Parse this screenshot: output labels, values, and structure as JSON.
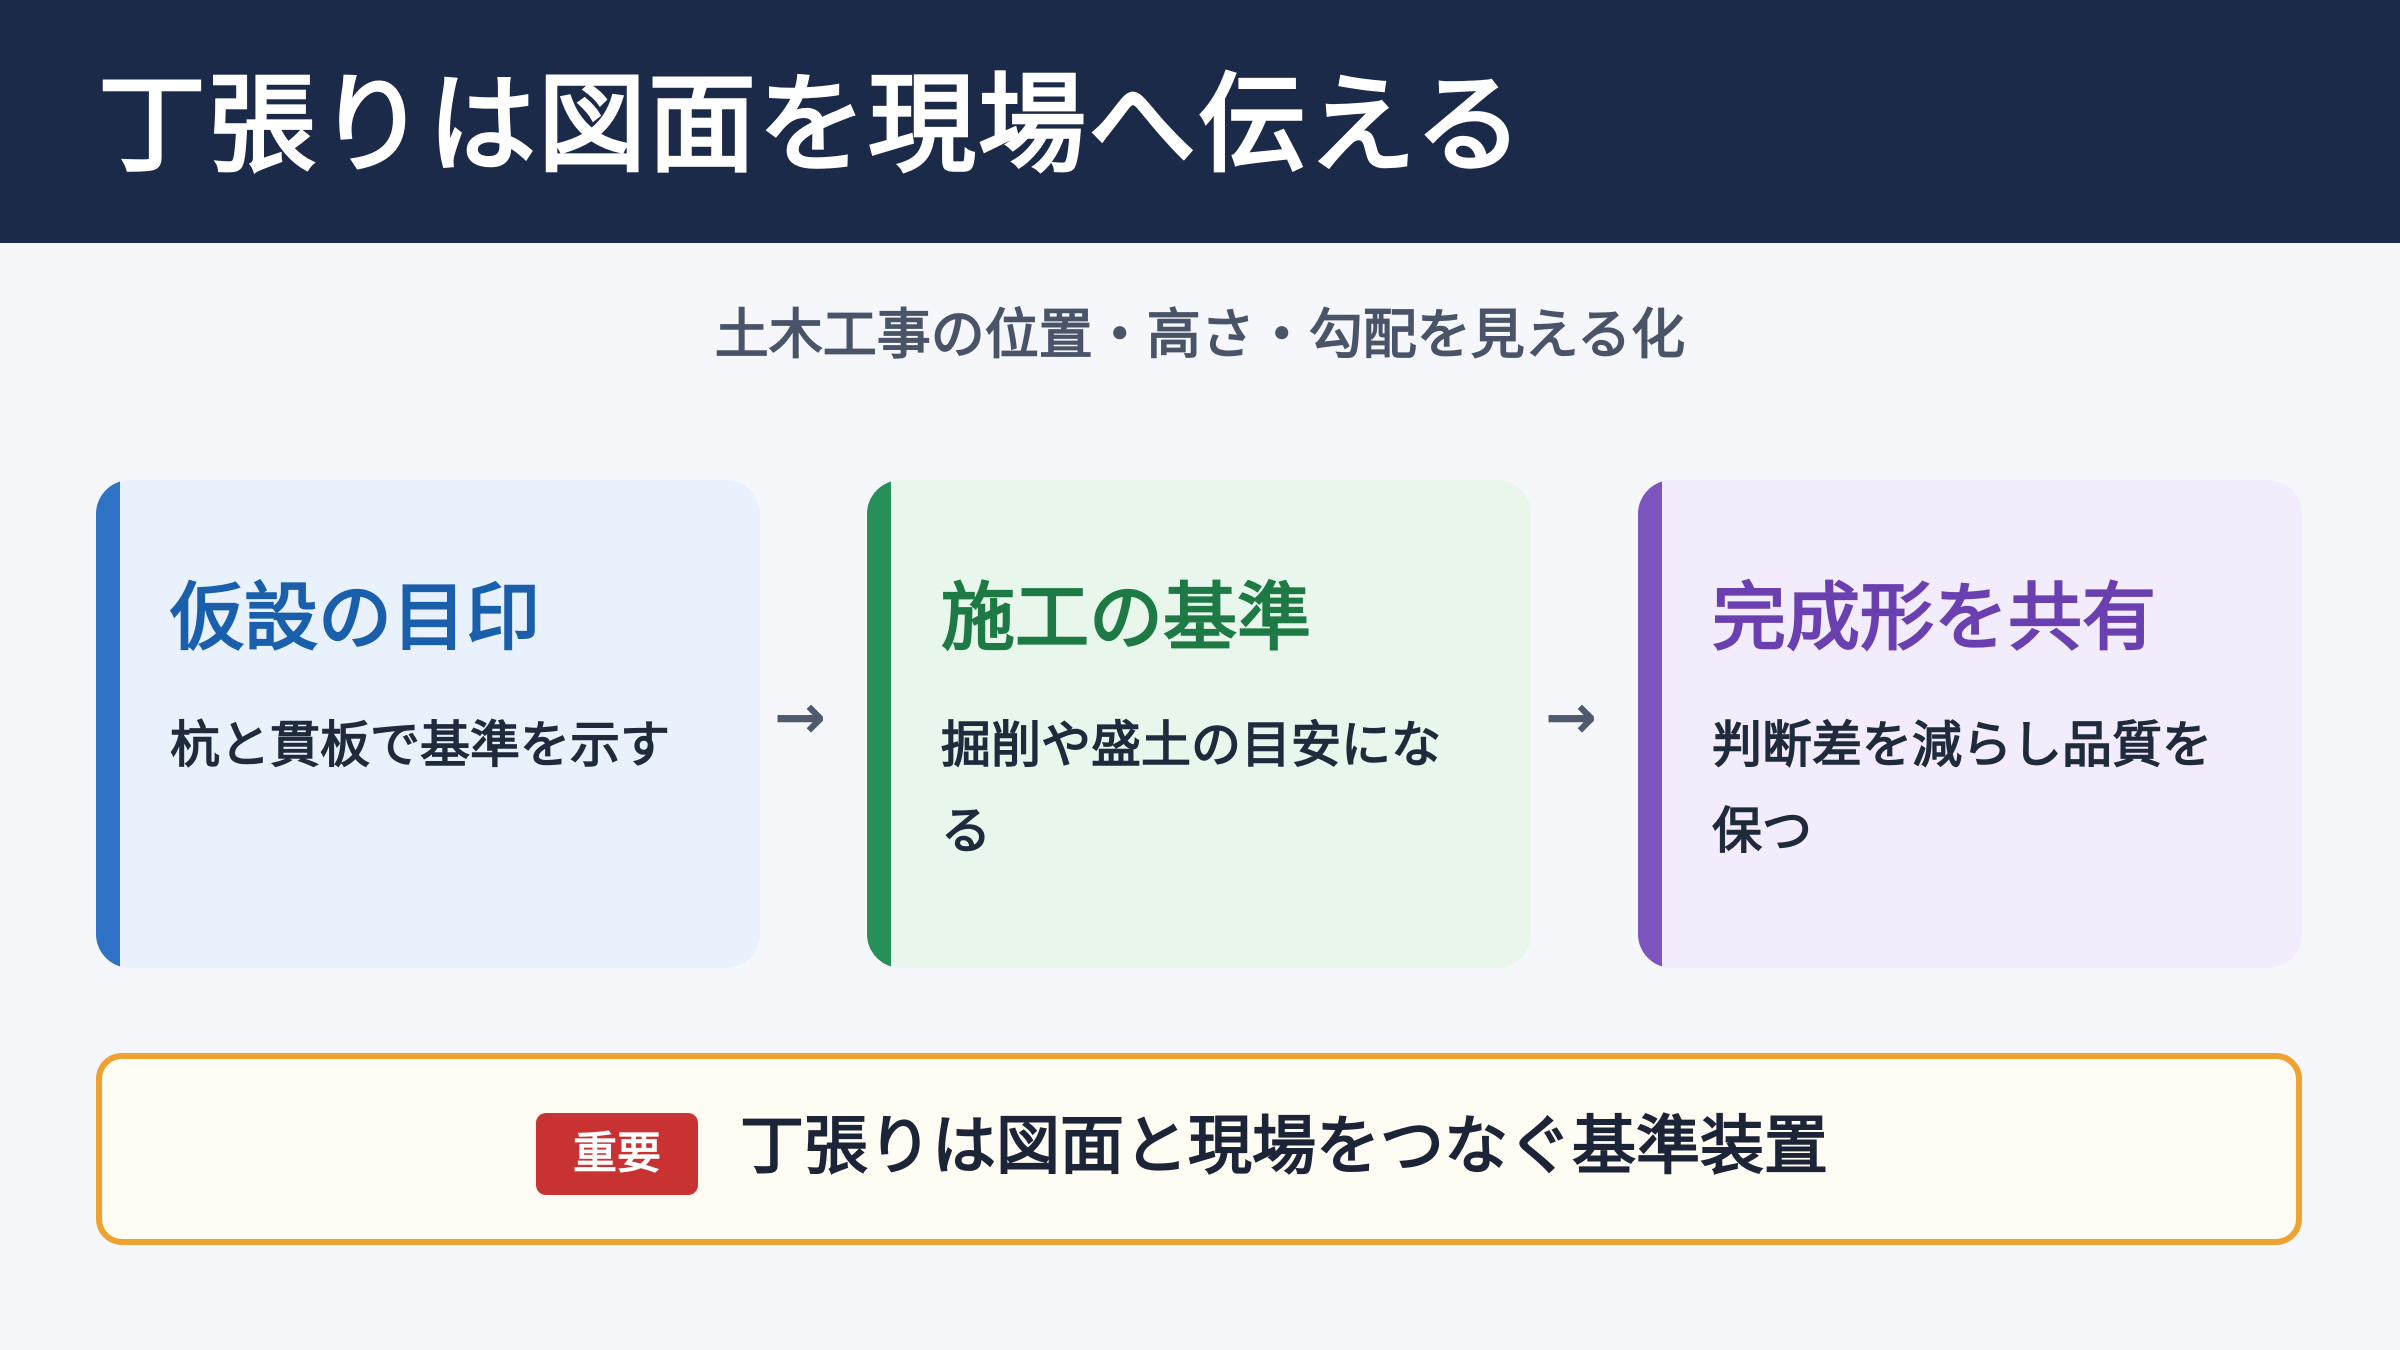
{
  "header": {
    "title": "丁張りは図面を現場へ伝える"
  },
  "subtitle": "土木工事の位置・高さ・勾配を見える化",
  "cards": [
    {
      "heading": "仮設の目印",
      "body": "杭と貫板で基準を示す",
      "accent_color": "#2f73c6",
      "background_color": "#e9f1fd"
    },
    {
      "heading": "施工の基準",
      "body": "掘削や盛土の目安になる",
      "accent_color": "#279058",
      "background_color": "#e8f6ec"
    },
    {
      "heading": "完成形を共有",
      "body": "判断差を減らし品質を保つ",
      "accent_color": "#7c55be",
      "background_color": "#f2ecfc"
    }
  ],
  "arrows": [
    "→",
    "→"
  ],
  "callout": {
    "badge": "重要",
    "text": "丁張りは図面と現場をつなぐ基準装置",
    "border_color": "#eea230",
    "badge_color": "#c83232"
  },
  "colors": {
    "header_background": "#1c2a4a",
    "page_background": "#f5f7fb"
  }
}
